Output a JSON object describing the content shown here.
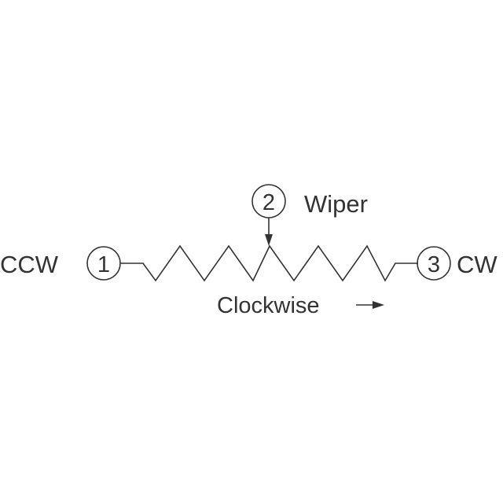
{
  "diagram": {
    "terminals": {
      "ccw": {
        "number": "1",
        "label": "CCW"
      },
      "wiper": {
        "number": "2",
        "label": "Wiper"
      },
      "cw": {
        "number": "3",
        "label": "CW"
      }
    },
    "direction_label": "Clockwise",
    "colors": {
      "ink": "#333333",
      "background": "#ffffff"
    },
    "icons": [
      "resistor-zigzag-icon",
      "wiper-arrow-icon",
      "direction-arrow-icon"
    ]
  }
}
